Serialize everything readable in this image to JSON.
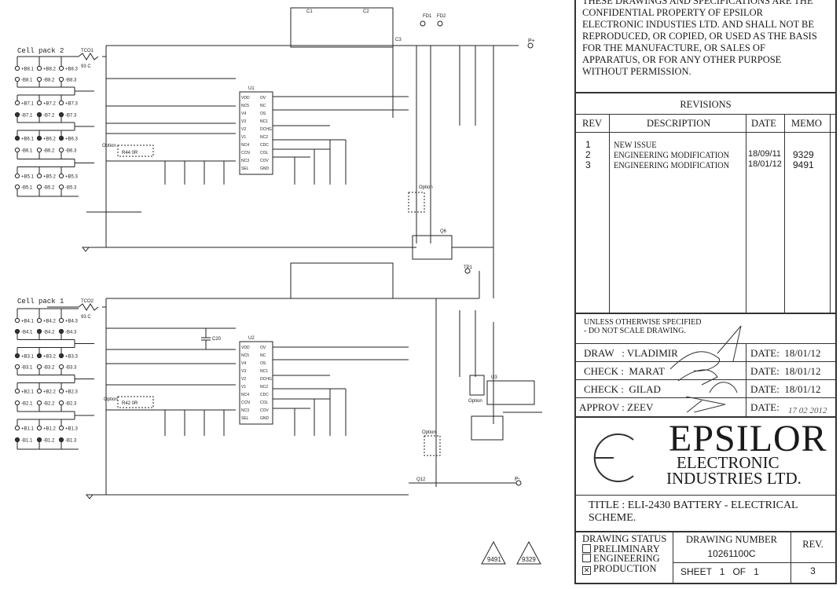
{
  "schematic": {
    "cell_pack_2": {
      "title": "Cell pack 2",
      "fuse": "TCO1",
      "fuse_rating": "93 C",
      "rows": [
        {
          "terms": [
            "+B8.1",
            "+B8.2",
            "+B8.3"
          ],
          "filled": false
        },
        {
          "terms": [
            "-B8.1",
            "-B8.2",
            "-B8.3"
          ],
          "filled": false
        },
        {
          "terms": [
            "+B7.1",
            "+B7.2",
            "+B7.3"
          ],
          "filled": false
        },
        {
          "terms": [
            "-B7.1",
            "-B7.2",
            "-B7.3"
          ],
          "filled": true
        },
        {
          "terms": [
            "+B6.1",
            "+B6.2",
            "+B6.3"
          ],
          "filled": true
        },
        {
          "terms": [
            "-B6.1",
            "-B6.2",
            "-B6.3"
          ],
          "filled": false
        },
        {
          "terms": [
            "+B5.1",
            "+B5.2",
            "+B5.3"
          ],
          "filled": false
        },
        {
          "terms": [
            "-B5.1",
            "-B5.2",
            "-B5.3"
          ],
          "filled": false
        }
      ]
    },
    "cell_pack_1": {
      "title": "Cell pack 1",
      "fuse": "TCO2",
      "fuse_rating": "93 C",
      "rows": [
        {
          "terms": [
            "+B4.1",
            "+B4.2",
            "+B4.3"
          ],
          "filled": false
        },
        {
          "terms": [
            "-B4.1",
            "-B4.2",
            "-B4.3"
          ],
          "filled": true
        },
        {
          "terms": [
            "+B3.1",
            "+B3.2",
            "+B3.3"
          ],
          "filled": true
        },
        {
          "terms": [
            "-B3.1",
            "-B3.2",
            "-B3.3"
          ],
          "filled": false
        },
        {
          "terms": [
            "+B2.1",
            "+B2.2",
            "+B2.3"
          ],
          "filled": false
        },
        {
          "terms": [
            "-B2.1",
            "-B2.2",
            "-B2.3"
          ],
          "filled": false
        },
        {
          "terms": [
            "+B1.1",
            "+B1.2",
            "+B1.3"
          ],
          "filled": false
        },
        {
          "terms": [
            "-B1.1",
            "-B1.2",
            "-B1.3"
          ],
          "filled": true
        }
      ]
    },
    "labels": {
      "option": "Option",
      "tp1": "TP1",
      "p_plus": "P+",
      "p_minus": "P-",
      "fd1": "FD1",
      "fd2": "FD2",
      "u1": "U1",
      "u2": "U2",
      "r44": "R44 0R",
      "r42": "R42 0R",
      "c20": "C20",
      "c1": "C1",
      "c2": "C2",
      "c3": "C3",
      "q6": "Q6",
      "q12": "Q12",
      "u3": "U3"
    },
    "ic_pins_left": [
      "VDD",
      "NC5",
      "V4",
      "V3",
      "V2",
      "V1",
      "NC4",
      "CCN",
      "NC3",
      "SEL"
    ],
    "ic_pins_right": [
      "OV",
      "NC",
      "OS",
      "NC1",
      "DCHG",
      "NC2",
      "CDC",
      "COL",
      "COV",
      "GND"
    ],
    "revision_marks": [
      "9491",
      "9329"
    ]
  },
  "title_block": {
    "confidential": [
      "THESE DRAWINGS AND SPECIFICATIONS ARE THE",
      "CONFIDENTIAL PROPERTY OF EPSILOR",
      "ELECTRONIC INDUSTIES LTD. AND SHALL NOT BE",
      "REPRODUCED, OR COPIED,  OR USED AS THE BASIS",
      "FOR THE MANUFACTURE, OR SALES OF",
      "APPARATUS, OR FOR ANY OTHER PURPOSE",
      "WITHOUT PERMISSION."
    ],
    "revisions": {
      "title": "REVISIONS",
      "headers": [
        "REV",
        "DESCRIPTION",
        "DATE",
        "MEMO"
      ],
      "rows": [
        {
          "rev": "1",
          "description": "NEW ISSUE",
          "date": "",
          "memo": ""
        },
        {
          "rev": "2",
          "description": "ENGINEERING MODIFICATION",
          "date": "18/09/11",
          "memo": "9329"
        },
        {
          "rev": "3",
          "description": "ENGINEERING MODIFICATION",
          "date": "18/01/12",
          "memo": "9491"
        }
      ]
    },
    "notes": [
      "UNLESS OTHERWISE SPECIFIED",
      "-  DO NOT SCALE DRAWING."
    ],
    "signoffs": [
      {
        "role": "DRAW   : VLADIMIR",
        "date": "DATE:  18/01/12"
      },
      {
        "role": "CHECK :  MARAT",
        "date": "DATE:  18/01/12"
      },
      {
        "role": "CHECK :  GILAD",
        "date": "DATE:  18/01/12"
      },
      {
        "role": "APPROV : ZEEV",
        "date": "DATE:",
        "handwritten_date": "17 02 2012"
      }
    ],
    "company": {
      "name": "EPSILOR",
      "line2": "ELECTRONIC",
      "line3": "INDUSTRIES  LTD."
    },
    "title": "TITLE :  ELI-2430 BATTERY - ELECTRICAL SCHEME.",
    "drawing_status": {
      "label": "DRAWING STATUS",
      "options": [
        {
          "label": "PRELIMINARY",
          "checked": false
        },
        {
          "label": "ENGINEERING",
          "checked": false
        },
        {
          "label": "PRODUCTION",
          "checked": true
        }
      ]
    },
    "drawing_number_label": "DRAWING NUMBER",
    "drawing_number": "10261100C",
    "sheet": "SHEET   1   OF   1",
    "rev_label": "REV.",
    "rev": "3"
  }
}
